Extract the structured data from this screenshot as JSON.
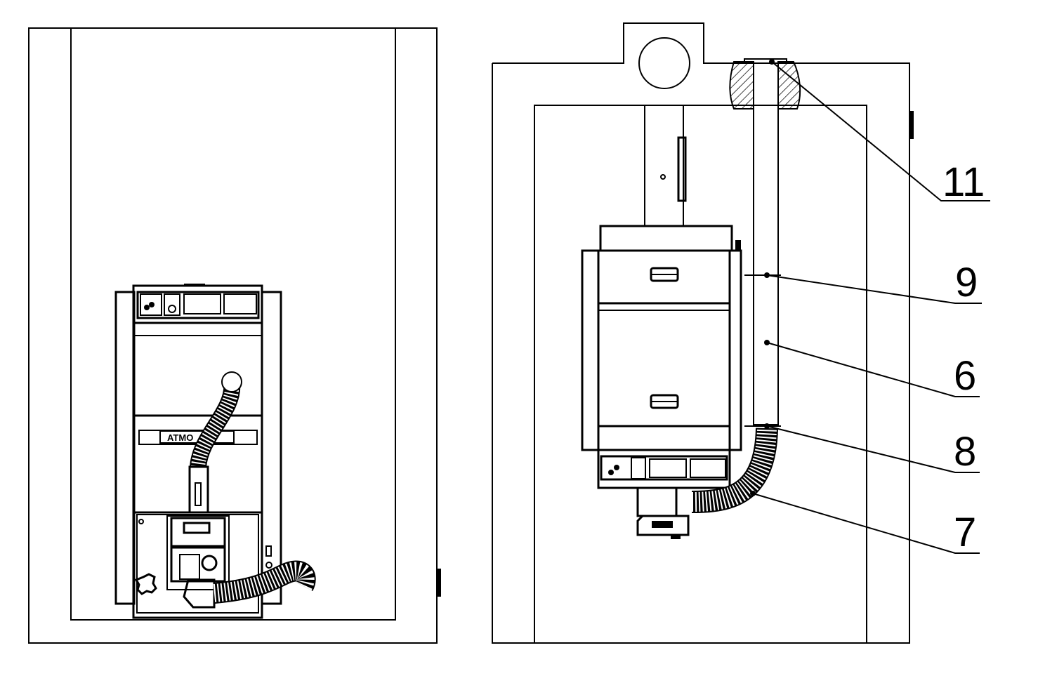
{
  "left_view": {
    "brand_plate": "ATMO"
  },
  "right_view": {
    "callouts": [
      {
        "number": "11"
      },
      {
        "number": "9"
      },
      {
        "number": "6"
      },
      {
        "number": "8"
      },
      {
        "number": "7"
      }
    ]
  },
  "colors": {
    "line": "#000000",
    "background": "#ffffff"
  }
}
